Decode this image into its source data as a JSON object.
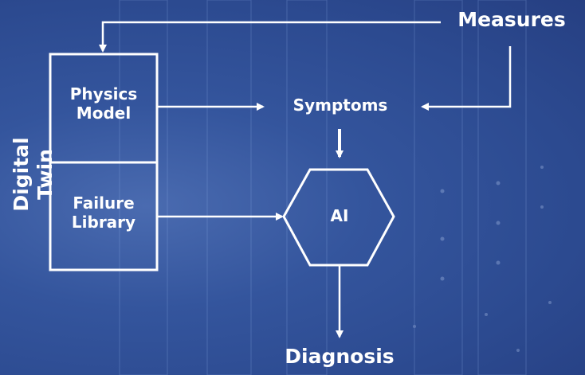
{
  "diagram": {
    "labels": {
      "measures": "Measures",
      "symptoms": "Symptoms",
      "physics_model": "Physics Model",
      "failure_library": "Failure Library",
      "digital_twin": "Digital Twin",
      "ai": "AI",
      "diagnosis": "Diagnosis"
    },
    "colors": {
      "background": "#2f4f96",
      "stroke": "#ffffff",
      "text": "#ffffff"
    }
  }
}
